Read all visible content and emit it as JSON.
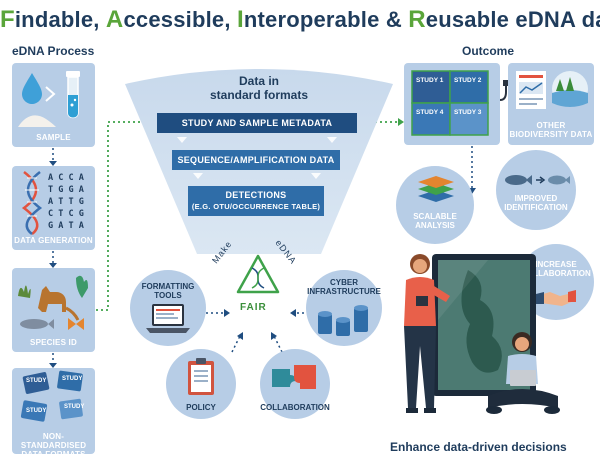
{
  "title": {
    "parts": [
      {
        "letter": "F",
        "rest": "indable, "
      },
      {
        "letter": "A",
        "rest": "ccessible, "
      },
      {
        "letter": "I",
        "rest": "nteroperable & "
      },
      {
        "letter": "R",
        "rest": "eusable eDNA data"
      }
    ]
  },
  "left": {
    "heading": "eDNA Process",
    "steps": [
      {
        "label": "SAMPLE"
      },
      {
        "label": "DATA GENERATION",
        "letters": [
          "A C C A",
          "T G G A",
          "A T T G",
          "C T C G",
          "G A T A"
        ]
      },
      {
        "label": "SPECIES ID"
      },
      {
        "label": "NON-STANDARDISED DATA FORMATS"
      }
    ],
    "pieces": [
      "STUDY",
      "STUDY",
      "STUDY",
      "STUDY"
    ]
  },
  "center": {
    "heading_line1": "Data in",
    "heading_line2": "standard formats",
    "bars": [
      "STUDY AND SAMPLE METADATA",
      "SEQUENCE/AMPLIFICATION DATA",
      "DETECTIONS"
    ],
    "bar3_sub": "(E.G. OTU/OCCURRENCE TABLE)",
    "make_text": "Make",
    "edna_text": "eDNA",
    "fair_text": "FAIR",
    "circles": [
      {
        "label": "FORMATTING TOOLS"
      },
      {
        "label": "CYBER INFRASTRUCTURE"
      },
      {
        "label": "POLICY"
      },
      {
        "label": "COLLABORATION"
      }
    ]
  },
  "right": {
    "heading": "Outcome",
    "puzzle": [
      "STUDY 1",
      "STUDY 2",
      "STUDY 3",
      "STUDY 4"
    ],
    "other_bio": "OTHER BIODIVERSITY DATA",
    "circles": [
      {
        "label": "SCALABLE ANALYSIS"
      },
      {
        "label": "IMPROVED IDENTIFICATION"
      },
      {
        "label": "INCREASE COLLABORATION"
      }
    ],
    "bottom": "Enhance data-driven decisions"
  },
  "colors": {
    "navy": "#1f3c5c",
    "tile": "#b7cde6",
    "bar": "#2f6da8",
    "green": "#5aa53a",
    "arrow": "#3fa24a"
  }
}
